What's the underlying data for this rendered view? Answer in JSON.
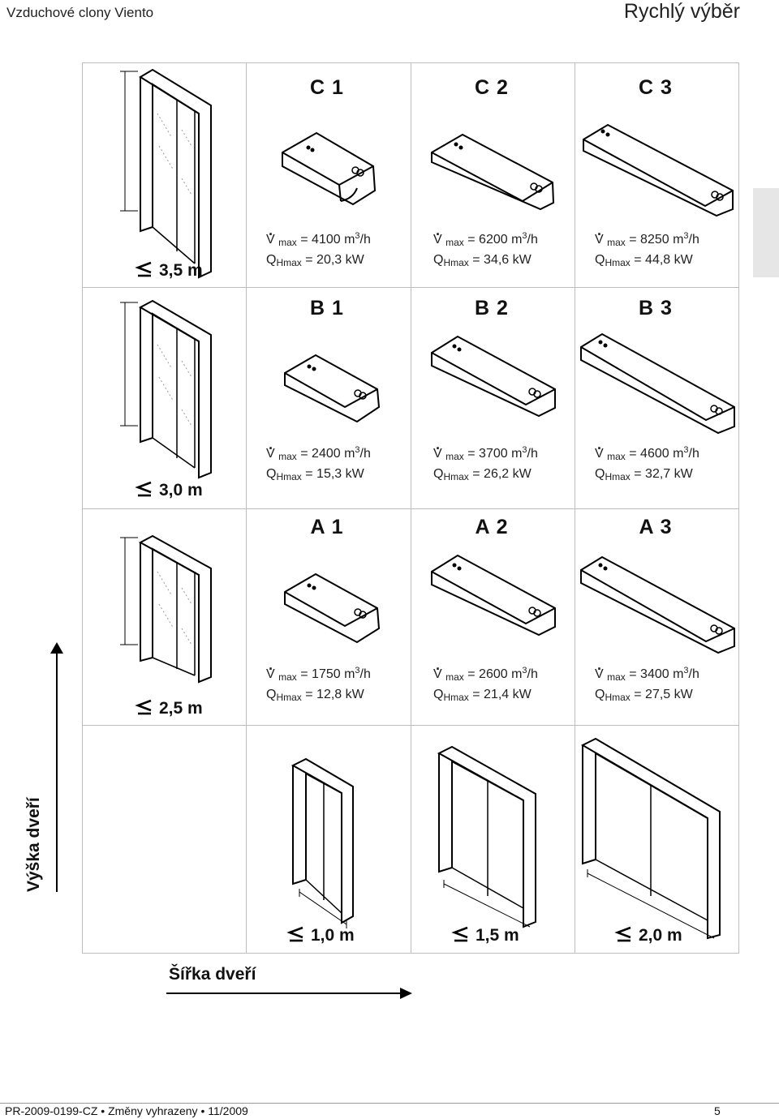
{
  "header": {
    "left": "Vzduchové clony Viento",
    "right": "Rychlý výběr"
  },
  "rows": [
    {
      "height_label": "3,5 m",
      "cells": [
        {
          "code": "C 1",
          "flow": "4100",
          "heat": "20,3 kW"
        },
        {
          "code": "C 2",
          "flow": "6200",
          "heat": "34,6 kW"
        },
        {
          "code": "C 3",
          "flow": "8250",
          "heat": "44,8 kW"
        }
      ]
    },
    {
      "height_label": "3,0 m",
      "cells": [
        {
          "code": "B 1",
          "flow": "2400",
          "heat": "15,3 kW"
        },
        {
          "code": "B 2",
          "flow": "3700",
          "heat": "26,2 kW"
        },
        {
          "code": "B 3",
          "flow": "4600",
          "heat": "32,7 kW"
        }
      ]
    },
    {
      "height_label": "2,5 m",
      "cells": [
        {
          "code": "A 1",
          "flow": "1750",
          "heat": "12,8 kW"
        },
        {
          "code": "A 2",
          "flow": "2600",
          "heat": "21,4 kW"
        },
        {
          "code": "A 3",
          "flow": "3400",
          "heat": "27,5 kW"
        }
      ]
    }
  ],
  "labels": {
    "v": "V",
    "max": "max",
    "eq": "=",
    "unit_flow": "m",
    "unit_pow": "3",
    "unit_per": "/h",
    "q": "Q",
    "hmax": "Hmax"
  },
  "widths": [
    "1,0 m",
    "1,5 m",
    "2,0 m"
  ],
  "axis": {
    "y_title": "Výška dveří",
    "x_title": "Šířka dveří"
  },
  "footer": {
    "left": "PR-2009-0199-CZ • Změny vyhrazeny • 11/2009",
    "page": "5"
  }
}
